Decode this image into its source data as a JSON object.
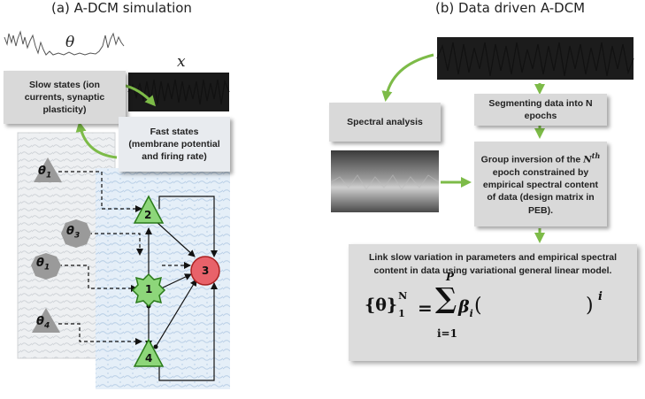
{
  "panel_a": {
    "title": "(a) A-DCM simulation",
    "theta_label": "θ",
    "x_label": "x",
    "slow_states": "Slow states (ion currents, synaptic plasticity)",
    "fast_states": "Fast states (membrane potential and firing rate)",
    "theta_nodes": [
      "θ",
      "θ",
      "θ",
      "θ"
    ],
    "theta_subscripts": [
      "1",
      "3",
      "1",
      "4"
    ],
    "region_nodes": [
      "2",
      "1",
      "3",
      "4"
    ]
  },
  "panel_b": {
    "title": "(b) Data driven A-DCM",
    "spectral_analysis": "Spectral analysis",
    "segmenting": "Segmenting data into N epochs",
    "group_inversion_pre": "Group inversion of the ",
    "group_inversion_n": "N",
    "group_inversion_sup": "th",
    "group_inversion_post": " epoch constrained by empirical spectral content of data (design matrix in PEB).",
    "link_text": "Link slow variation in parameters and empirical spectral content in data using variational general linear model.",
    "eq_lhs": "{θ}",
    "eq_lhs_sup": "N",
    "eq_lhs_sub": "1",
    "eq_equals": "=",
    "eq_sum_top": "P",
    "eq_sum_bottom": "i=1",
    "eq_beta": "β",
    "eq_beta_sub": "i",
    "eq_open": "(",
    "eq_close": ")",
    "eq_power": "i"
  },
  "colors": {
    "green_arrow": "#7dbb48",
    "node_green": "#8dd67a",
    "node_red": "#e8626a",
    "node_gray": "#9a9a9a"
  }
}
